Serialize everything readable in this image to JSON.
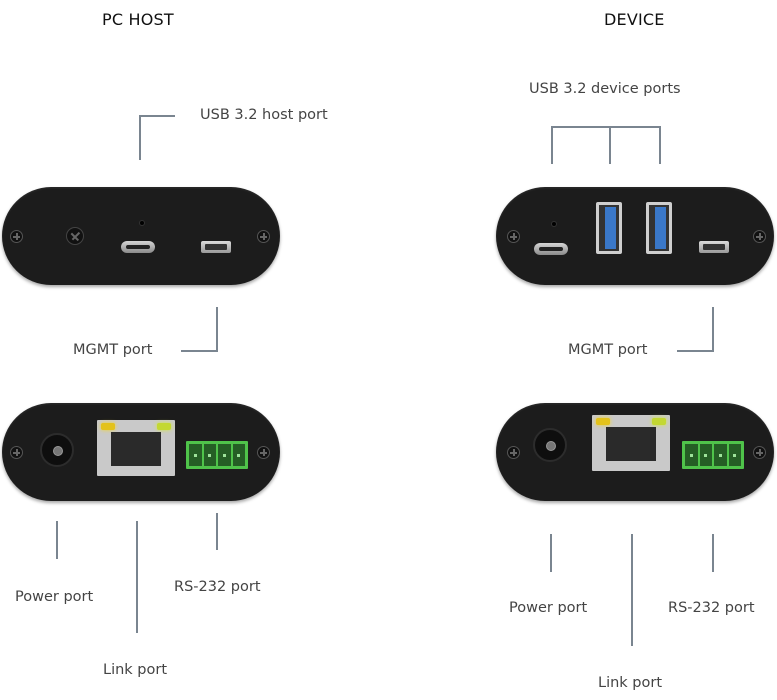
{
  "host": {
    "title": "PC HOST",
    "labels": {
      "usb": "USB 3.2 host port",
      "mgmt": "MGMT port",
      "power": "Power port",
      "link": "Link port",
      "rs232": "RS-232 port"
    }
  },
  "device": {
    "title": "DEVICE",
    "labels": {
      "usb": "USB 3.2 device ports",
      "mgmt": "MGMT port",
      "power": "Power port",
      "link": "Link port",
      "rs232": "RS-232 port"
    }
  },
  "colors": {
    "panel": "#1c1c1c",
    "leader_line": "#7a8590",
    "usb3_blue": "#3a78c9",
    "terminal_green": "#4fc34a",
    "led_amber": "#e3c21b",
    "led_green": "#c3d832"
  }
}
